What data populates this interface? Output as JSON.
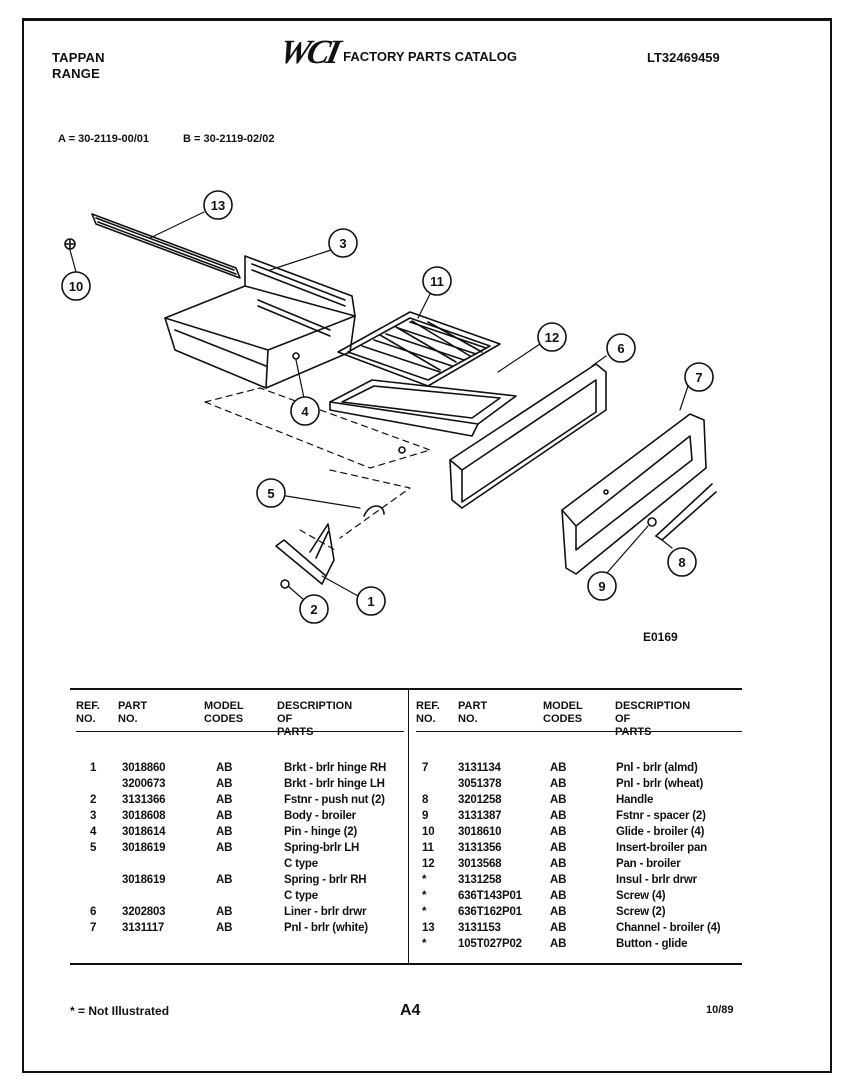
{
  "header": {
    "brand": "TAPPAN",
    "product": "RANGE",
    "logo": "WCI",
    "catalog_title": "FACTORY PARTS CATALOG",
    "catalog_number": "LT32469459"
  },
  "models": {
    "a": "A = 30-2119-00/01",
    "b": "B = 30-2119-02/02"
  },
  "diagram": {
    "code": "E0169",
    "callouts": [
      "13",
      "3",
      "10",
      "11",
      "12",
      "6",
      "7",
      "4",
      "5",
      "1",
      "2",
      "9",
      "8"
    ]
  },
  "table": {
    "headers": {
      "ref_l1": "REF.",
      "ref_l2": "NO.",
      "part_l1": "PART",
      "part_l2": "NO.",
      "model_l1": "MODEL",
      "model_l2": "CODES",
      "desc_l1": "DESCRIPTION",
      "desc_l2": "OF PARTS"
    },
    "left_rows": [
      {
        "ref": "1",
        "part": "3018860",
        "code": "AB",
        "desc": "Brkt - brlr hinge RH"
      },
      {
        "ref": "",
        "part": "3200673",
        "code": "AB",
        "desc": "Brkt - brlr hinge LH"
      },
      {
        "ref": "2",
        "part": "3131366",
        "code": "AB",
        "desc": "Fstnr - push nut (2)"
      },
      {
        "ref": "3",
        "part": "3018608",
        "code": "AB",
        "desc": "Body - broiler"
      },
      {
        "ref": "4",
        "part": "3018614",
        "code": "AB",
        "desc": "Pin - hinge (2)"
      },
      {
        "ref": "5",
        "part": "3018619",
        "code": "AB",
        "desc": "Spring-brlr LH"
      },
      {
        "ref": "",
        "part": "",
        "code": "",
        "desc": "C type"
      },
      {
        "ref": "",
        "part": "3018619",
        "code": "AB",
        "desc": "Spring - brlr RH"
      },
      {
        "ref": "",
        "part": "",
        "code": "",
        "desc": "C type"
      },
      {
        "ref": "6",
        "part": "3202803",
        "code": "AB",
        "desc": "Liner - brlr drwr"
      },
      {
        "ref": "7",
        "part": "3131117",
        "code": "AB",
        "desc": "Pnl - brlr (white)"
      }
    ],
    "right_rows": [
      {
        "ref": "7",
        "part": "3131134",
        "code": "AB",
        "desc": "Pnl - brlr (almd)"
      },
      {
        "ref": "",
        "part": "3051378",
        "code": "AB",
        "desc": "Pnl - brlr (wheat)"
      },
      {
        "ref": "8",
        "part": "3201258",
        "code": "AB",
        "desc": "Handle"
      },
      {
        "ref": "9",
        "part": "3131387",
        "code": "AB",
        "desc": "Fstnr - spacer (2)"
      },
      {
        "ref": "10",
        "part": "3018610",
        "code": "AB",
        "desc": "Glide - broiler (4)"
      },
      {
        "ref": "11",
        "part": "3131356",
        "code": "AB",
        "desc": "Insert-broiler pan"
      },
      {
        "ref": "12",
        "part": "3013568",
        "code": "AB",
        "desc": "Pan - broiler"
      },
      {
        "ref": "*",
        "part": "3131258",
        "code": "AB",
        "desc": "Insul - brlr drwr"
      },
      {
        "ref": "*",
        "part": "636T143P01",
        "code": "AB",
        "desc": "Screw (4)"
      },
      {
        "ref": "*",
        "part": "636T162P01",
        "code": "AB",
        "desc": "Screw (2)"
      },
      {
        "ref": "13",
        "part": "3131153",
        "code": "AB",
        "desc": "Channel - broiler (4)"
      },
      {
        "ref": "*",
        "part": "105T027P02",
        "code": "AB",
        "desc": "Button - glide"
      }
    ]
  },
  "footer": {
    "note": "* = Not Illustrated",
    "page": "A4",
    "date": "10/89"
  }
}
